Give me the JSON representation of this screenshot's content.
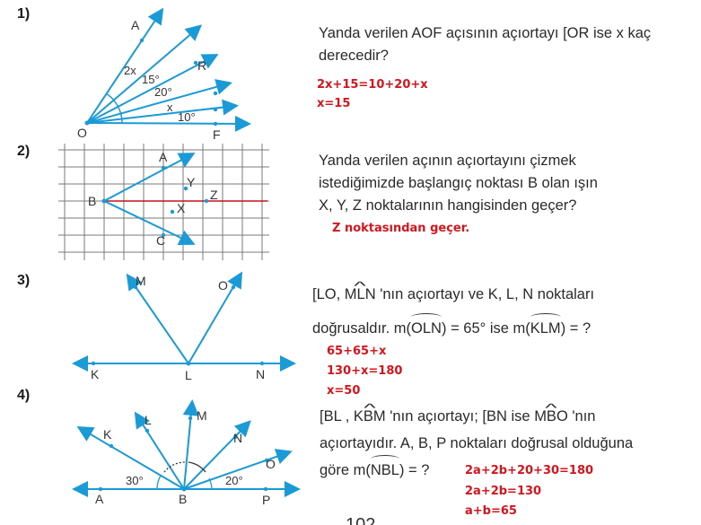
{
  "q1": {
    "num": "1)",
    "text": [
      "Yanda verilen AOF açısının açıortayı [OR ise x kaç",
      "derecedir?"
    ],
    "answer": [
      "2x+15=10+20+x",
      "x=15"
    ],
    "labels": {
      "A": "A",
      "R": "R",
      "O": "O",
      "F": "F",
      "a2x": "2x",
      "a15": "15°",
      "a20": "20°",
      "ax": "x",
      "a10": "10°"
    }
  },
  "q2": {
    "num": "2)",
    "text": [
      "Yanda verilen açının açıortayını çizmek",
      "istediğimizde başlangıç noktası B olan ışın",
      "X, Y, Z noktalarının hangisinden geçer?"
    ],
    "answer": [
      "Z noktasından geçer."
    ],
    "labels": {
      "A": "A",
      "B": "B",
      "C": "C",
      "X": "X",
      "Y": "Y",
      "Z": "Z"
    }
  },
  "q3": {
    "num": "3)",
    "text_p1": "[LO,",
    "text_mln": "MLN",
    "text_p2": "'nın açıortayı ve K, L, N noktaları",
    "text_p3": "doğrusaldır. m(",
    "text_oln": "OLN",
    "text_p4": ") = 65° ise m(",
    "text_klm": "KLM",
    "text_p5": ") = ?",
    "answer": [
      "65+65+x",
      "130+x=180",
      "x=50"
    ],
    "labels": {
      "M": "M",
      "O": "O",
      "K": "K",
      "L": "L",
      "N": "N"
    }
  },
  "q4": {
    "num": "4)",
    "text_p1": "[BL ,",
    "text_kbm": "KBM",
    "text_p2": "'nın açıortayı; [BN ise",
    "text_mbo": "MBO",
    "text_p3": "'nın",
    "text_p4": "açıortayıdır. A, B, P noktaları doğrusal olduğuna",
    "text_p5": "göre m(",
    "text_nbl": "NBL",
    "text_p6": ") = ?",
    "answer": [
      "2a+2b+20+30=180",
      "2a+2b=130",
      "a+b=65"
    ],
    "labels": {
      "K": "K",
      "L": "L",
      "M": "M",
      "N": "N",
      "O": "O",
      "A": "A",
      "B": "B",
      "P": "P",
      "a30": "30°",
      "a20": "20°"
    }
  },
  "page_number": "102",
  "colors": {
    "diagram": "#1a9ad6",
    "answer": "#d6141c",
    "grid": "#7a7a7a",
    "bisector": "#c0141c"
  }
}
